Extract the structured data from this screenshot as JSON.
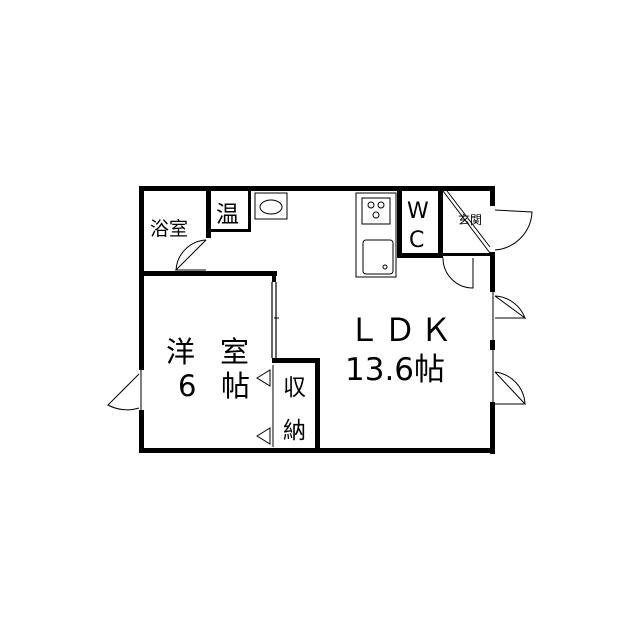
{
  "floorplan": {
    "rooms": {
      "bath": "浴室",
      "water_heater": "温",
      "wc_top": "W",
      "wc_bottom": "C",
      "entrance": "玄関",
      "ldk_name": "ＬＤＫ",
      "ldk_size": "13.6帖",
      "western_name_1": "洋",
      "western_name_2": "室",
      "western_size_num": "6",
      "western_size_unit": "帖",
      "closet_1": "収",
      "closet_2": "納"
    },
    "colors": {
      "wall": "#000000",
      "background": "#ffffff"
    }
  }
}
